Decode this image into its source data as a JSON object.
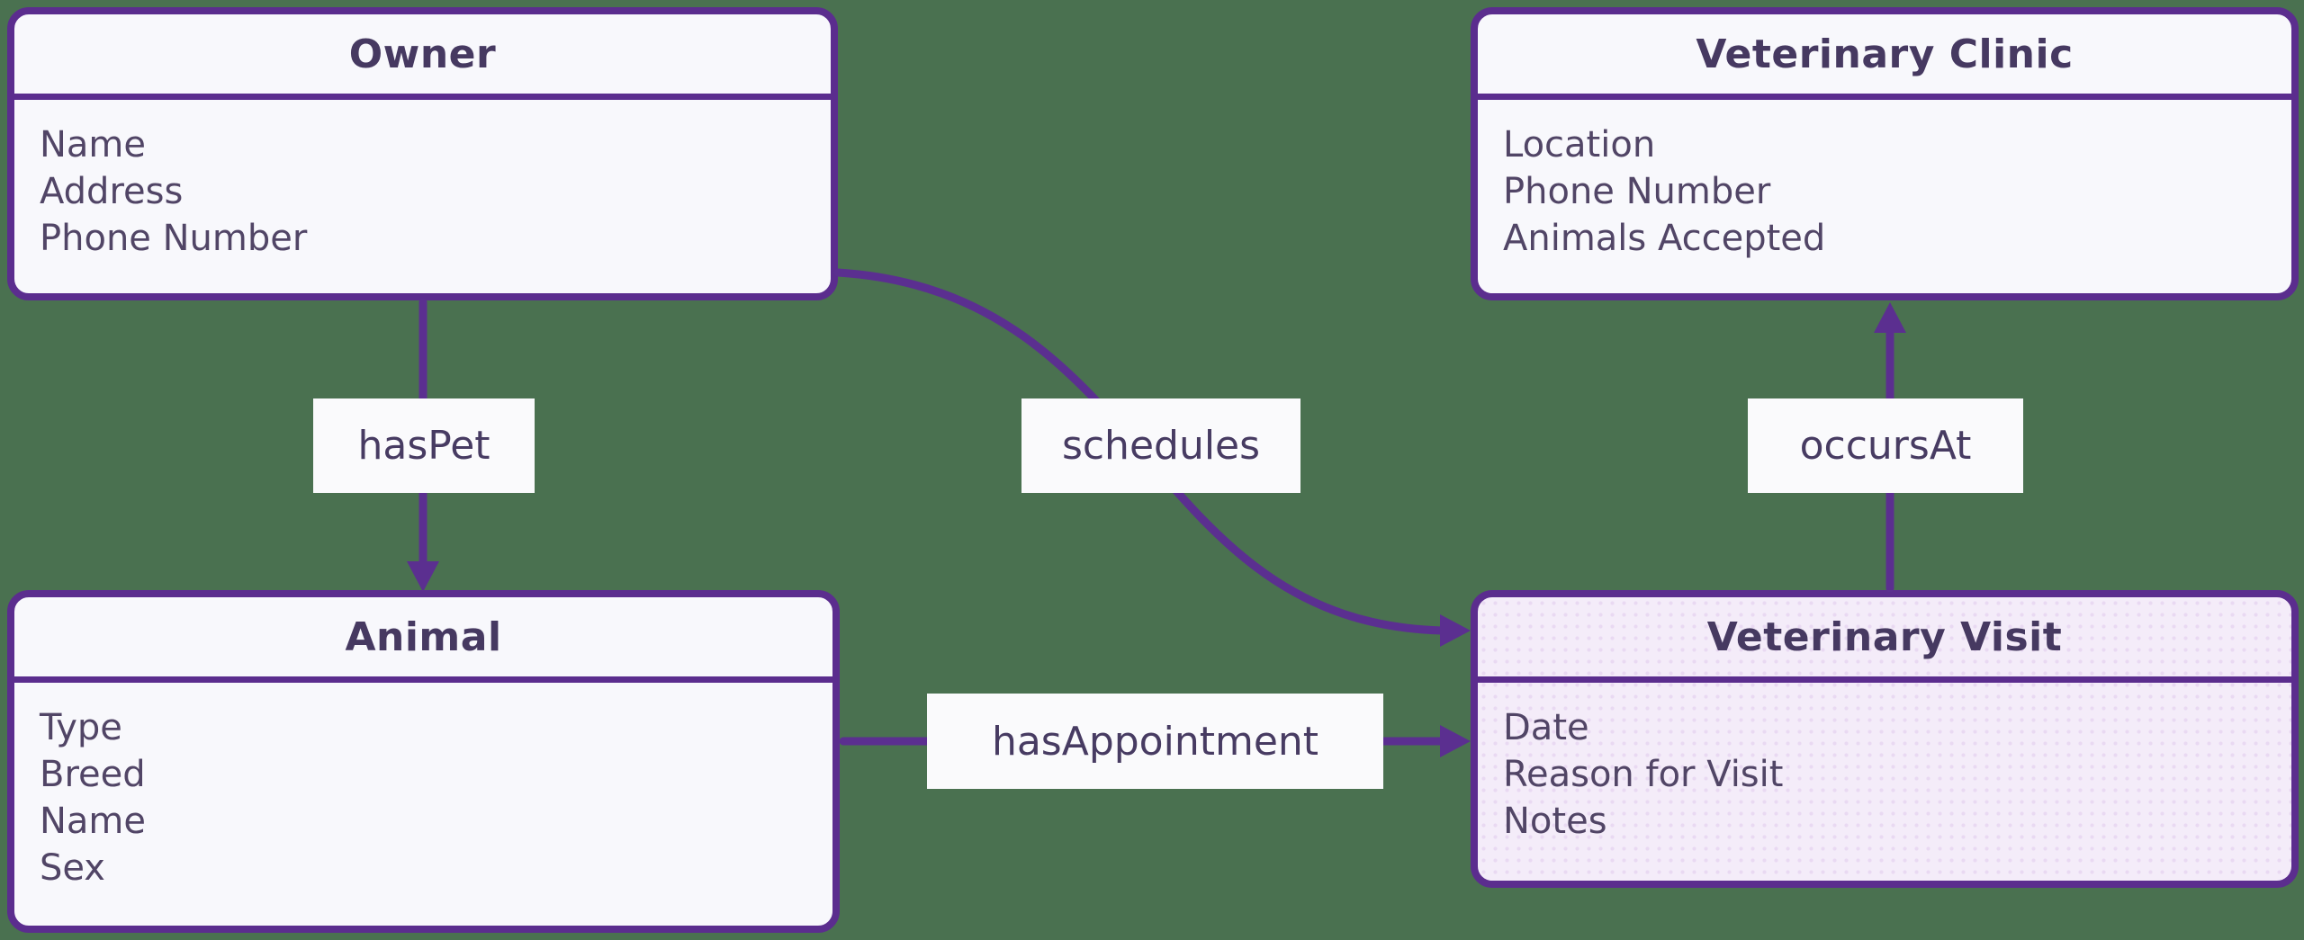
{
  "diagram": {
    "type": "entity-relationship",
    "background": "green canvas"
  },
  "entities": {
    "owner": {
      "title": "Owner",
      "attributes": [
        "Name",
        "Address",
        "Phone Number"
      ]
    },
    "clinic": {
      "title": "Veterinary Clinic",
      "attributes": [
        "Location",
        "Phone Number",
        "Animals Accepted"
      ]
    },
    "animal": {
      "title": "Animal",
      "attributes": [
        "Type",
        "Breed",
        "Name",
        "Sex"
      ]
    },
    "visit": {
      "title": "Veterinary Visit",
      "attributes": [
        "Date",
        "Reason for Visit",
        "Notes"
      ]
    }
  },
  "relationships": {
    "has_pet": {
      "label": "hasPet",
      "from": "Owner",
      "to": "Animal",
      "direction": "down"
    },
    "schedules": {
      "label": "schedules",
      "from": "Owner",
      "to": "Veterinary Visit",
      "direction": "curved right-down"
    },
    "occurs_at": {
      "label": "occursAt",
      "from": "Veterinary Visit",
      "to": "Veterinary Clinic",
      "direction": "up"
    },
    "has_appointment": {
      "label": "hasAppointment",
      "from": "Animal",
      "to": "Veterinary Visit",
      "direction": "right"
    }
  },
  "colors": {
    "background": "#4a7150",
    "connector": "#5b2f90",
    "box_border": "#5b2d8e",
    "box_fill": "#f8f8fc",
    "visit_fill": "#f4ecf9",
    "visit_dot": "#e9d9f2",
    "title_text": "#463961",
    "attribute_text": "#514566",
    "label_fill": "#fafafc",
    "label_text": "#473b62"
  }
}
